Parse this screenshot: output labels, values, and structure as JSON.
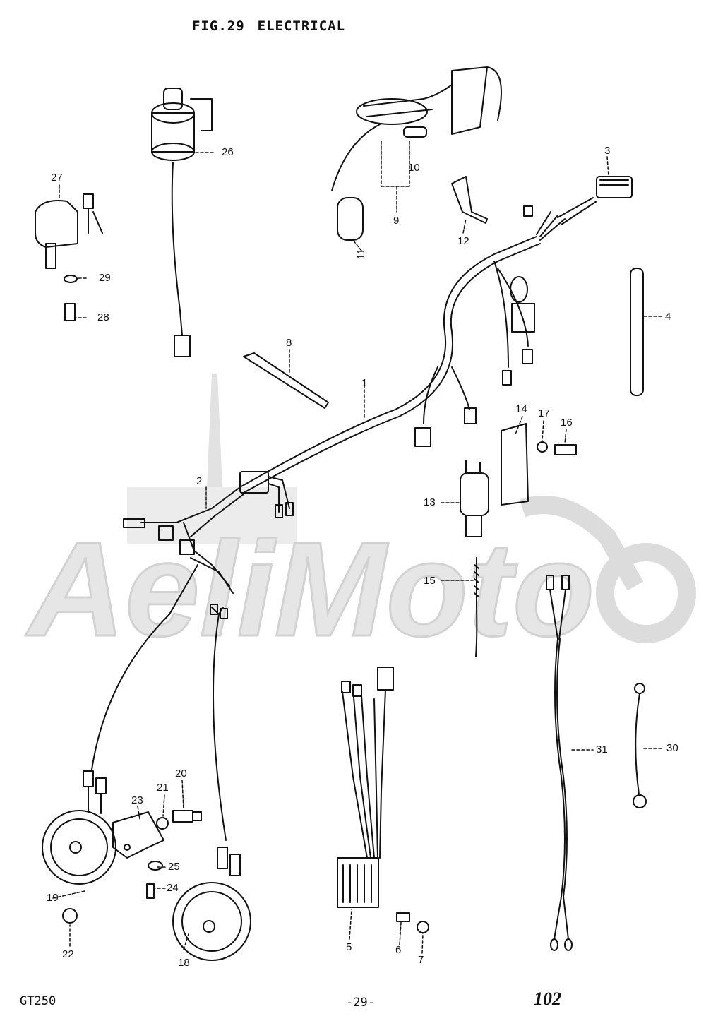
{
  "figure": {
    "number": "FIG.29",
    "title": "ELECTRICAL"
  },
  "footer": {
    "model": "GT250",
    "page": "-29-",
    "catalog_page": "102"
  },
  "watermark": {
    "text": "AeliMoto"
  },
  "parts": [
    {
      "id": "p1",
      "label": "1"
    },
    {
      "id": "p2",
      "label": "2"
    },
    {
      "id": "p3",
      "label": "3"
    },
    {
      "id": "p4",
      "label": "4"
    },
    {
      "id": "p5",
      "label": "5"
    },
    {
      "id": "p6",
      "label": "6"
    },
    {
      "id": "p7",
      "label": "7"
    },
    {
      "id": "p8",
      "label": "8"
    },
    {
      "id": "p9",
      "label": "9"
    },
    {
      "id": "p10",
      "label": "10"
    },
    {
      "id": "p11",
      "label": "11"
    },
    {
      "id": "p12",
      "label": "12"
    },
    {
      "id": "p13",
      "label": "13"
    },
    {
      "id": "p14",
      "label": "14"
    },
    {
      "id": "p15",
      "label": "15"
    },
    {
      "id": "p16",
      "label": "16"
    },
    {
      "id": "p17",
      "label": "17"
    },
    {
      "id": "p18",
      "label": "18"
    },
    {
      "id": "p19",
      "label": "19"
    },
    {
      "id": "p20",
      "label": "20"
    },
    {
      "id": "p21",
      "label": "21"
    },
    {
      "id": "p22",
      "label": "22"
    },
    {
      "id": "p23",
      "label": "23"
    },
    {
      "id": "p24",
      "label": "24"
    },
    {
      "id": "p25",
      "label": "25"
    },
    {
      "id": "p26",
      "label": "26"
    },
    {
      "id": "p27",
      "label": "27"
    },
    {
      "id": "p28",
      "label": "28"
    },
    {
      "id": "p29",
      "label": "29"
    },
    {
      "id": "p30",
      "label": "30"
    },
    {
      "id": "p31",
      "label": "31"
    }
  ],
  "colors": {
    "ink": "#111111",
    "watermark": "#d9d9d9"
  }
}
